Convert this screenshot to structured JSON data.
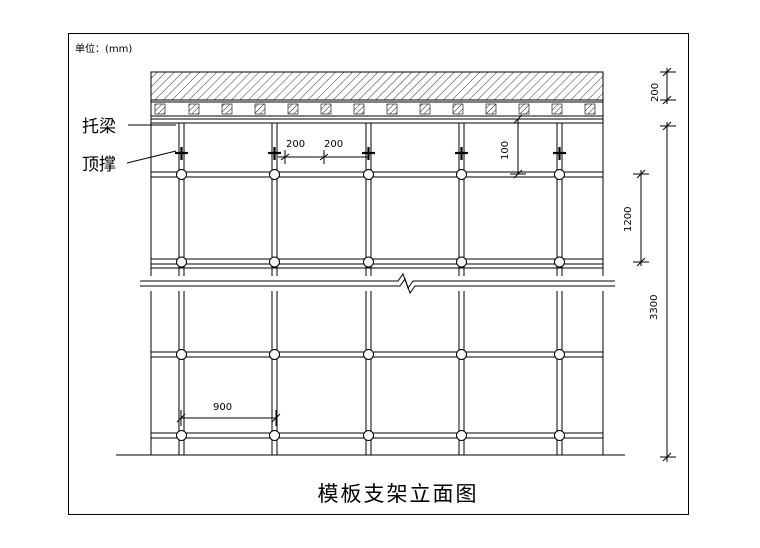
{
  "unit_label": "单位：(mm)",
  "caption": "模板支架立面图",
  "labels": {
    "tuoliang": "托梁",
    "dingcheng": "顶撑"
  },
  "dimensions": {
    "slab": "200",
    "spacing_a": "200",
    "spacing_b": "200",
    "top_gap": "100",
    "step": "1200",
    "total_height": "3300",
    "bay": "900"
  }
}
